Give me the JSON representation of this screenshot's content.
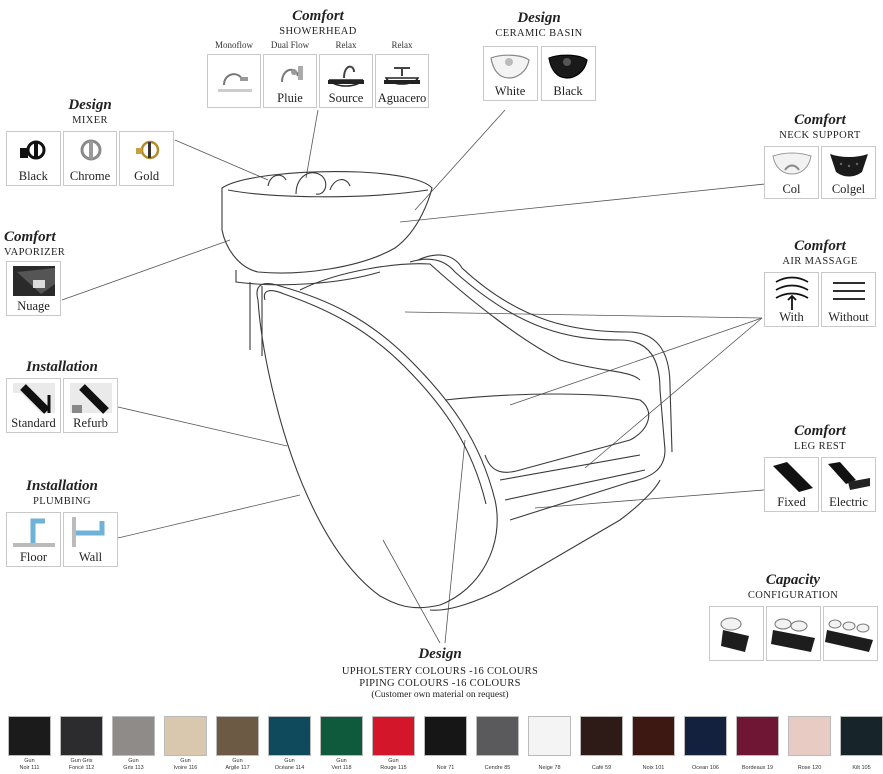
{
  "showerhead": {
    "category": "Comfort",
    "subtitle": "SHOWERHEAD",
    "options": [
      {
        "top": "Monoflow",
        "label": "",
        "icon": "monoflow-showerhead-icon"
      },
      {
        "top": "Dual Flow",
        "label": "Pluie",
        "icon": "pluie-showerhead-icon"
      },
      {
        "top": "Relax",
        "label": "Source",
        "icon": "source-showerhead-icon"
      },
      {
        "top": "Relax",
        "label": "Aguacero",
        "icon": "aguacero-showerhead-icon"
      }
    ]
  },
  "basin": {
    "category": "Design",
    "subtitle": "CERAMIC BASIN",
    "options": [
      {
        "label": "White",
        "icon": "white-basin-icon"
      },
      {
        "label": "Black",
        "icon": "black-basin-icon"
      }
    ]
  },
  "mixer": {
    "category": "Design",
    "subtitle": "MIXER",
    "options": [
      {
        "label": "Black",
        "icon": "black-mixer-icon"
      },
      {
        "label": "Chrome",
        "icon": "chrome-mixer-icon"
      },
      {
        "label": "Gold",
        "icon": "gold-mixer-icon"
      }
    ]
  },
  "neck": {
    "category": "Comfort",
    "subtitle": "NECK SUPPORT",
    "options": [
      {
        "label": "Col",
        "icon": "col-neck-support-icon"
      },
      {
        "label": "Colgel",
        "icon": "colgel-neck-support-icon"
      }
    ]
  },
  "vaporizer": {
    "category": "Comfort",
    "subtitle": "VAPORIZER",
    "options": [
      {
        "label": "Nuage",
        "icon": "nuage-vaporizer-icon"
      }
    ]
  },
  "air": {
    "category": "Comfort",
    "subtitle": "AIR MASSAGE",
    "options": [
      {
        "label": "With",
        "icon": "with-air-massage-icon"
      },
      {
        "label": "Without",
        "icon": "without-air-massage-icon"
      }
    ]
  },
  "installation": {
    "category": "Installation",
    "subtitle": "",
    "options": [
      {
        "label": "Standard",
        "icon": "standard-installation-icon"
      },
      {
        "label": "Refurb",
        "icon": "refurb-installation-icon"
      }
    ]
  },
  "leg": {
    "category": "Comfort",
    "subtitle": "LEG REST",
    "options": [
      {
        "label": "Fixed",
        "icon": "fixed-leg-rest-icon"
      },
      {
        "label": "Electric",
        "icon": "electric-leg-rest-icon"
      }
    ]
  },
  "plumbing": {
    "category": "Installation",
    "subtitle": "PLUMBING",
    "options": [
      {
        "label": "Floor",
        "icon": "floor-plumbing-icon"
      },
      {
        "label": "Wall",
        "icon": "wall-plumbing-icon"
      }
    ]
  },
  "capacity": {
    "category": "Capacity",
    "subtitle": "CONFIGURATION",
    "options": [
      {
        "label": "",
        "icon": "single-seat-icon"
      },
      {
        "label": "",
        "icon": "double-seat-icon"
      },
      {
        "label": "",
        "icon": "triple-seat-icon"
      }
    ]
  },
  "design_bottom": {
    "category": "Design",
    "line1": "UPHOLSTERY COLOURS -16 COLOURS",
    "line2": "PIPING COLOURS -16 COLOURS",
    "note": "(Customer own material on request)"
  },
  "swatches": [
    {
      "l1": "Gun",
      "l2": "Noir 111",
      "color": "#1b1b1b"
    },
    {
      "l1": "Gun Gris",
      "l2": "Foncé 112",
      "color": "#2c2c2e"
    },
    {
      "l1": "Gun",
      "l2": "Gris 113",
      "color": "#8e8b88"
    },
    {
      "l1": "Gun",
      "l2": "Ivoire 116",
      "color": "#d9c8ad"
    },
    {
      "l1": "Gun",
      "l2": "Argile 117",
      "color": "#6d5a44"
    },
    {
      "l1": "Gun",
      "l2": "Océane 114",
      "color": "#0e4a5c"
    },
    {
      "l1": "Gun",
      "l2": "Vert 118",
      "color": "#0f5a3c"
    },
    {
      "l1": "Gun",
      "l2": "Rouge 115",
      "color": "#d3162a"
    },
    {
      "l1": "",
      "l2": "Noir 71",
      "color": "#161616"
    },
    {
      "l1": "",
      "l2": "Cendre 85",
      "color": "#5a5a5c"
    },
    {
      "l1": "",
      "l2": "Neige 78",
      "color": "#f4f4f4"
    },
    {
      "l1": "",
      "l2": "Café 59",
      "color": "#2e1a16"
    },
    {
      "l1": "",
      "l2": "Noix 101",
      "color": "#3d1712"
    },
    {
      "l1": "",
      "l2": "Ocean 106",
      "color": "#13213f"
    },
    {
      "l1": "",
      "l2": "Bordeaux 19",
      "color": "#6e1634"
    },
    {
      "l1": "",
      "l2": "Rose 120",
      "color": "#e8cbc2"
    },
    {
      "l1": "",
      "l2": "Kilt 105",
      "color": "#17242a"
    }
  ]
}
